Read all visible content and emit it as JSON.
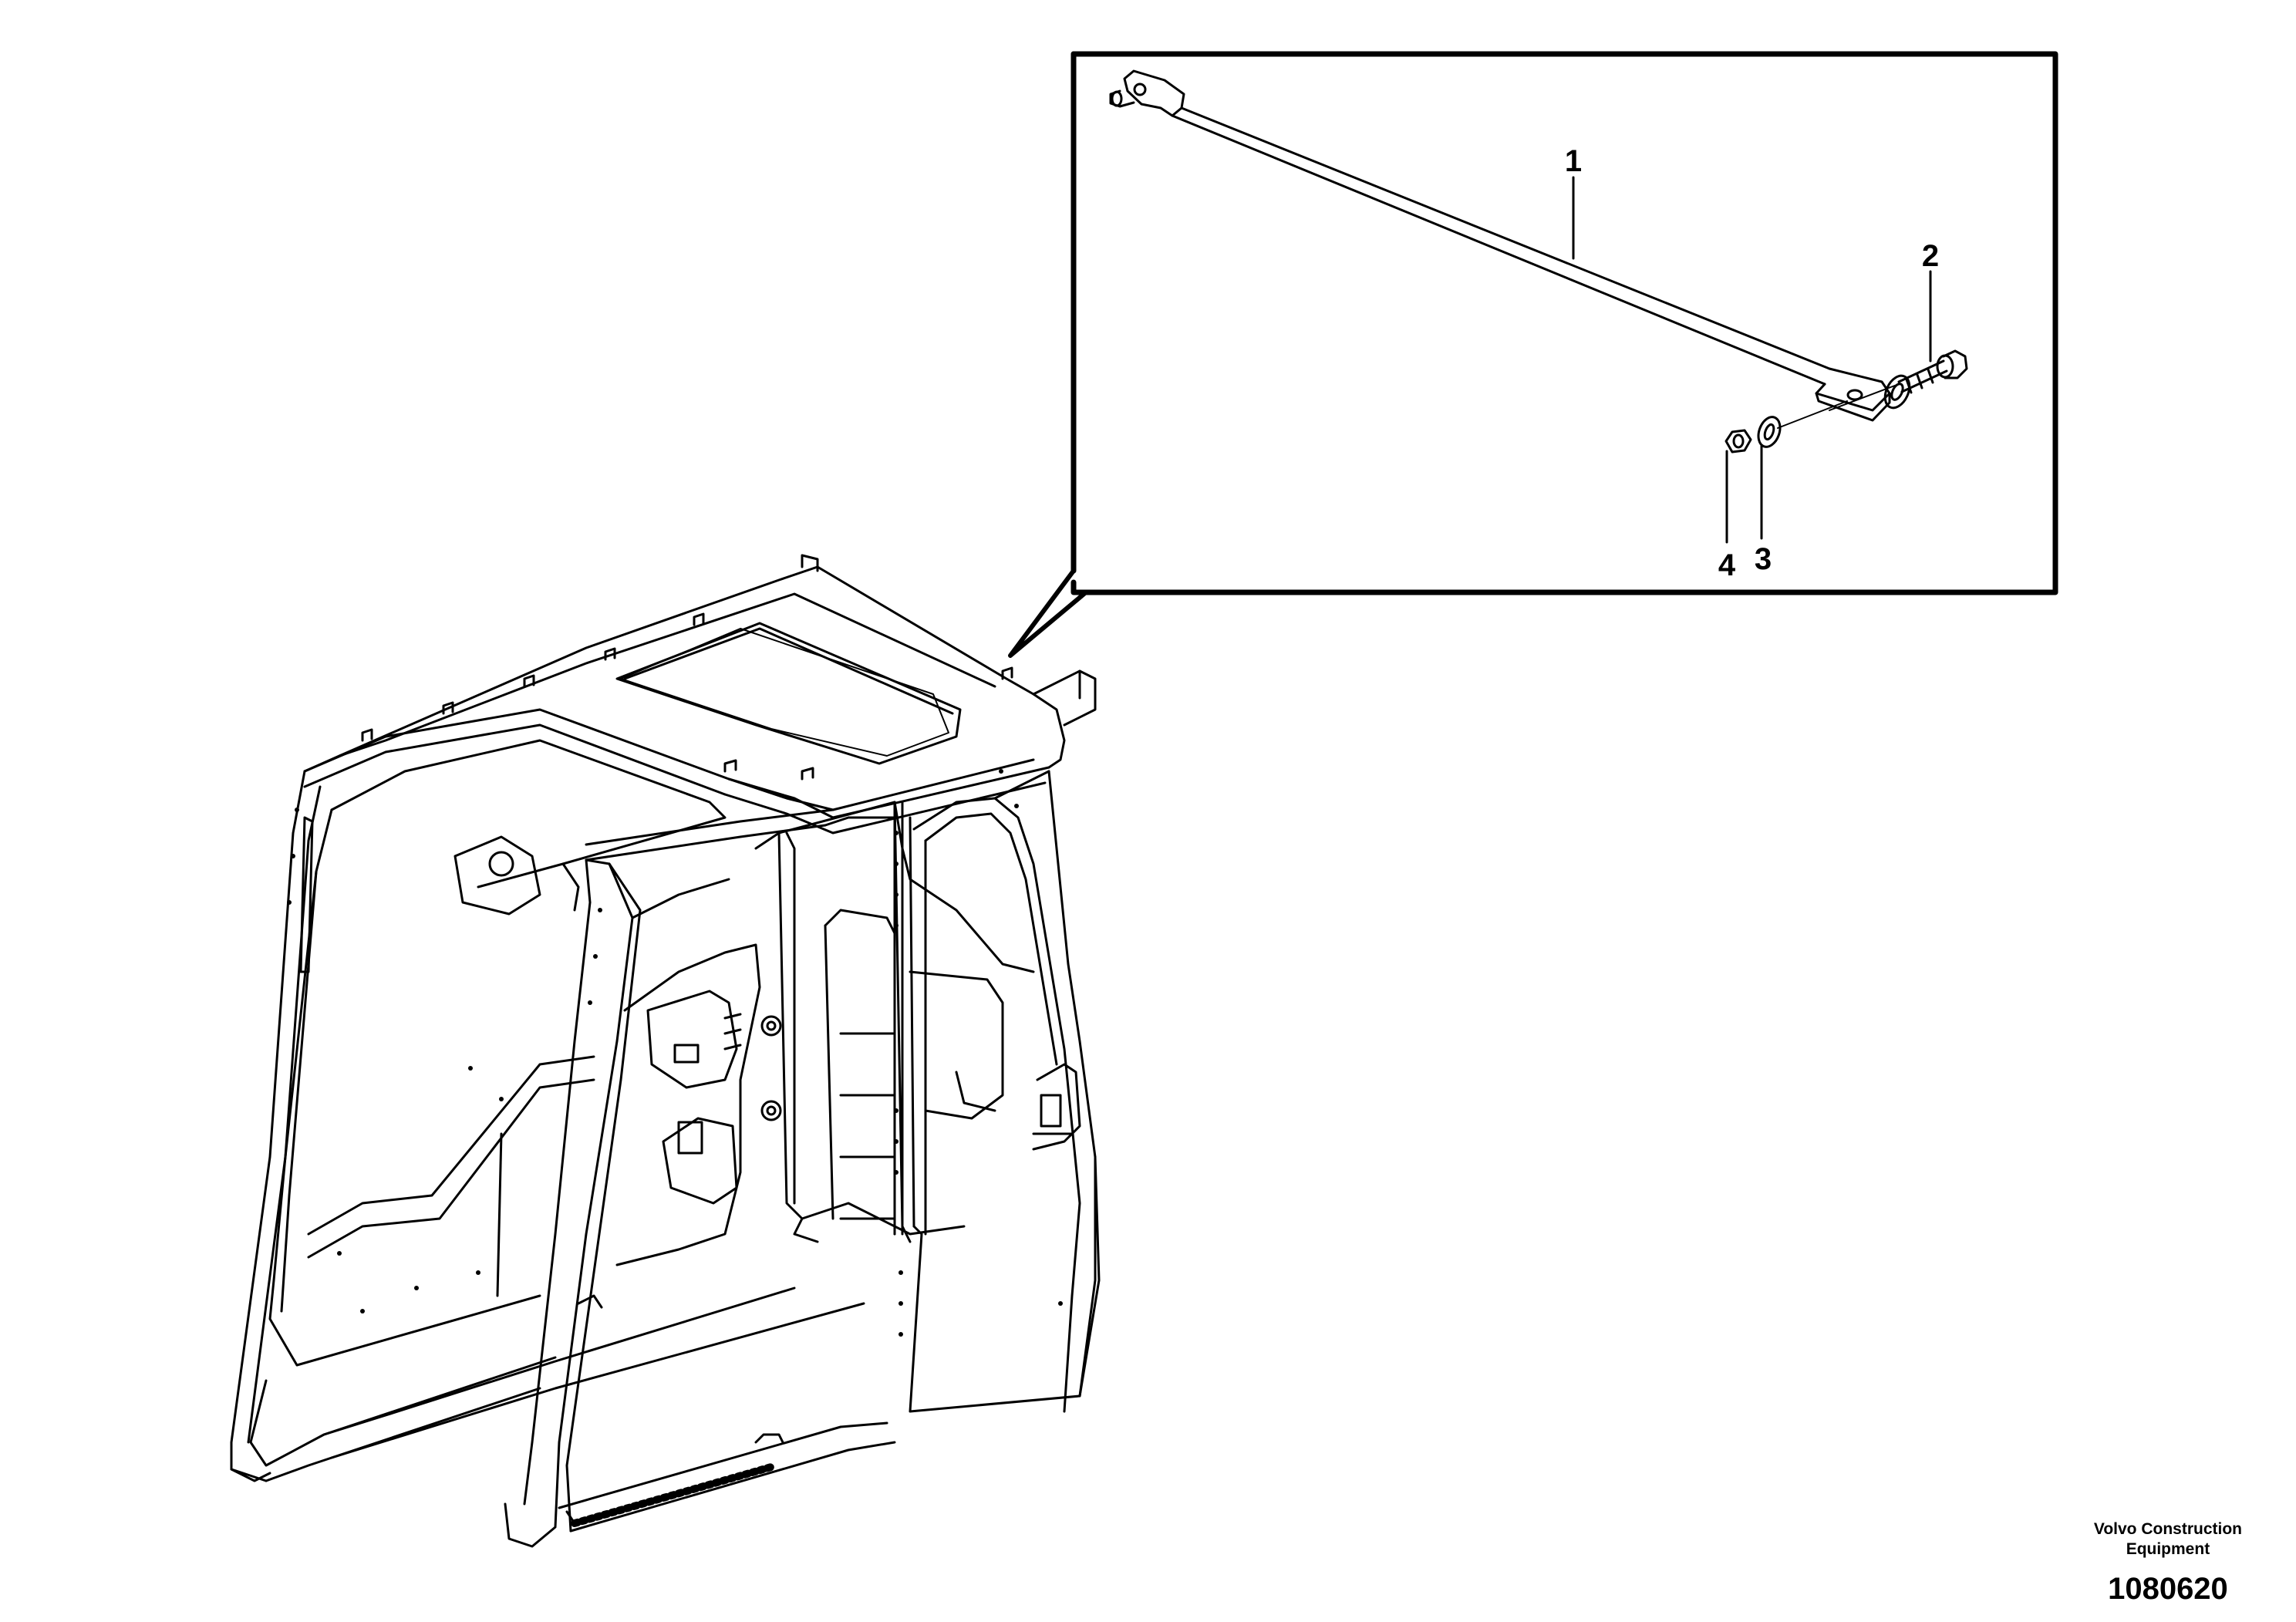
{
  "callouts": {
    "c1": "1",
    "c2": "2",
    "c3": "3",
    "c4": "4"
  },
  "branding": {
    "company_line1": "Volvo Construction",
    "company_line2": "Equipment",
    "drawing_number": "1080620"
  },
  "colors": {
    "line": "#000000",
    "background": "#ffffff"
  }
}
